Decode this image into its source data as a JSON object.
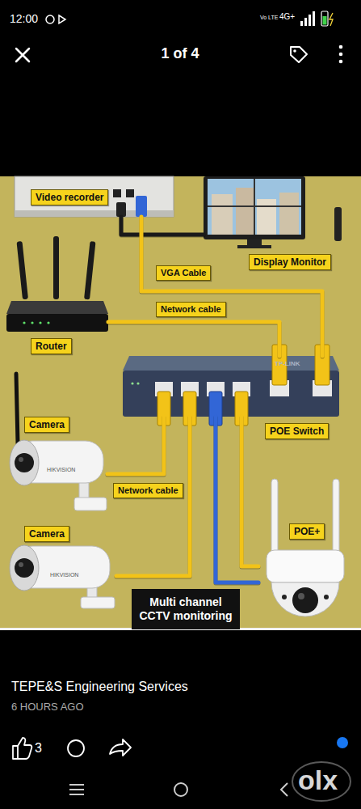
{
  "diagram": {
    "nodes": [
      {
        "text": [
          "Video recorder"
        ]
      },
      {
        "text": [
          "Display Monitor"
        ]
      },
      {
        "text": [
          "Router"
        ]
      },
      {
        "text": [
          "POE Switch"
        ]
      },
      {
        "text": [
          "Camera"
        ]
      },
      {
        "text": [
          "POE+"
        ]
      },
      {
        "text": [
          "Camera"
        ]
      },
      {
        "text": [
          "Multi channel CCTV monitoring"
        ]
      }
    ],
    "edges": [
      {
        "from": 0,
        "to": 1,
        "label": "VGA Cable",
        "arrow": "none"
      },
      {
        "from": 2,
        "to": 3,
        "label": "Network cable",
        "arrow": "none"
      },
      {
        "from": 0,
        "to": 3,
        "arrow": "none"
      },
      {
        "from": 3,
        "to": 4,
        "label": "Network cable",
        "arrow": "none"
      },
      {
        "from": 3,
        "to": 6,
        "arrow": "none"
      },
      {
        "from": 3,
        "to": 5,
        "arrow": "none"
      },
      {
        "from": 3,
        "to": 5,
        "arrow": "none"
      }
    ],
    "labels": [
      "12:00",
      "Vo LTE",
      "4G+",
      "1 of 4",
      "TP-LINK",
      "HIKVISION",
      "HIKVISION",
      "TEPE&S Engineering Services",
      "6 HOURS AGO",
      "3",
      "olx"
    ]
  }
}
